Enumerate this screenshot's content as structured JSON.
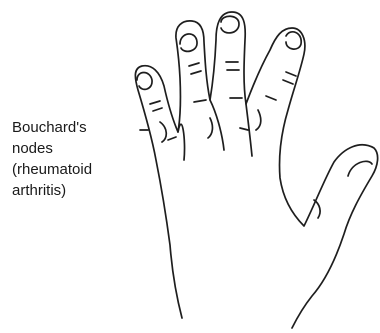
{
  "diagram": {
    "label_lines": [
      "Bouchard's",
      "nodes",
      "(rheumatoid",
      "arthritis)"
    ],
    "stroke_color": "#1e1e1e",
    "background_color": "#ffffff"
  }
}
